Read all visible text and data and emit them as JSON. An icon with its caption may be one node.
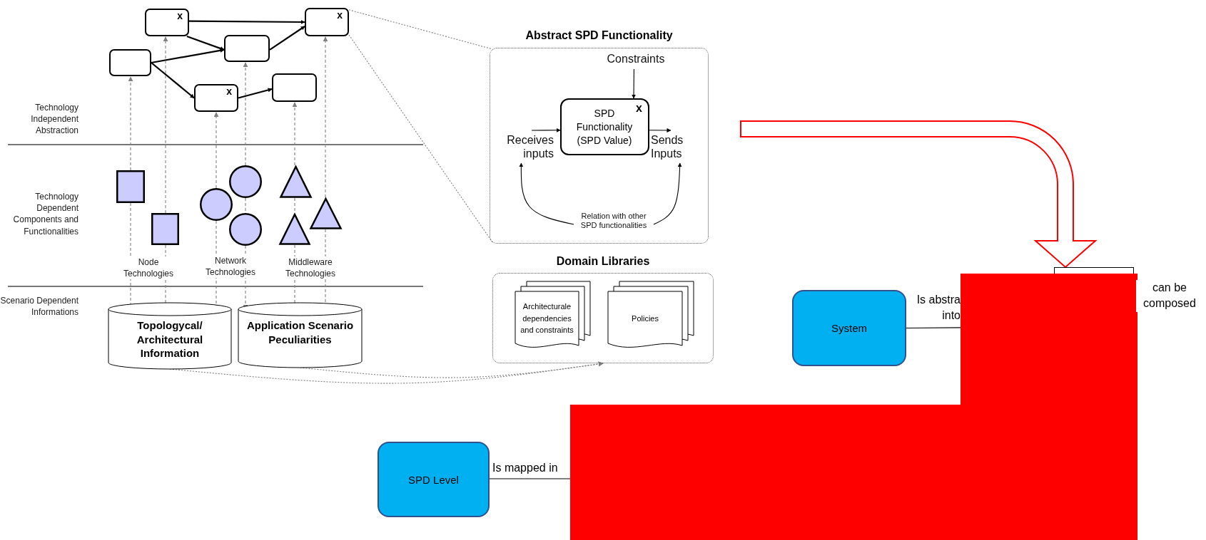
{
  "diagram": {
    "nodes": [
      {
        "text": [
          "x"
        ]
      },
      {
        "text": [
          "x"
        ]
      },
      {
        "text": [],
        "shape": "box"
      },
      {
        "text": [],
        "shape": "box"
      },
      {
        "text": [],
        "shape": "box"
      },
      {
        "text": [
          "x"
        ]
      },
      {
        "text": [
          "Abstract SPD Functionality"
        ]
      },
      {
        "text": [
          "Constraints"
        ],
        "in": 6
      },
      {
        "text": [
          "SPD Functionality (SPD Value)",
          "x"
        ],
        "in": 6
      },
      {
        "text": [
          "Receives inputs"
        ],
        "in": 6
      },
      {
        "text": [
          "Sends Inputs"
        ],
        "in": 6
      },
      {
        "text": [
          "Relation with other SPD functionalities"
        ],
        "in": 6
      },
      {
        "text": [],
        "shape": "box"
      },
      {
        "text": [],
        "shape": "box"
      },
      {
        "text": [],
        "shape": "circle"
      },
      {
        "text": [],
        "shape": "circle"
      },
      {
        "text": [],
        "shape": "circle"
      },
      {
        "text": [],
        "shape": "triangle"
      },
      {
        "text": [],
        "shape": "triangle"
      },
      {
        "text": [],
        "shape": "triangle"
      },
      {
        "text": [
          "Domain Libraries"
        ]
      },
      {
        "text": [
          "Architecturale dependencies and constraints"
        ],
        "in": 20
      },
      {
        "text": [
          "Policies"
        ],
        "in": 20
      },
      {
        "text": [
          "Topologycal/ Architectural Information"
        ]
      },
      {
        "text": [
          "Application Scenario Peculiarities"
        ]
      },
      {
        "text": [],
        "shape": "box"
      },
      {
        "text": [
          "System"
        ]
      },
      {
        "text": [],
        "shape": "box"
      },
      {
        "text": [
          "SPD Level"
        ]
      }
    ],
    "edges": [
      {
        "from": 0,
        "to": 1,
        "arrow": "to",
        "color": "#000000"
      },
      {
        "from": 0,
        "to": 2,
        "arrow": "to",
        "color": "#000000"
      },
      {
        "from": 3,
        "to": 2,
        "arrow": "to",
        "color": "#000000"
      },
      {
        "from": 3,
        "to": 5,
        "arrow": "to",
        "color": "#000000"
      },
      {
        "from": 2,
        "to": 1,
        "arrow": "to",
        "color": "#000000"
      },
      {
        "from": 5,
        "to": 4,
        "arrow": "to",
        "color": "#000000"
      },
      {
        "from": 12,
        "to": 3,
        "arrow": "to",
        "style": "dashed"
      },
      {
        "from": 12,
        "to": 23,
        "arrow": "to",
        "style": "dashed"
      },
      {
        "from": 13,
        "to": 0,
        "arrow": "to",
        "style": "dashed"
      },
      {
        "from": 13,
        "to": 23,
        "arrow": "to",
        "style": "dashed"
      },
      {
        "from": 14,
        "to": 5,
        "arrow": "to",
        "style": "dashed"
      },
      {
        "from": 14,
        "to": 23,
        "arrow": "to",
        "style": "dashed"
      },
      {
        "from": 15,
        "to": 2,
        "arrow": "to",
        "style": "dashed"
      },
      {
        "from": 15,
        "to": 16,
        "arrow": "none",
        "style": "dashed"
      },
      {
        "from": 16,
        "to": 24,
        "arrow": "to",
        "style": "dashed"
      },
      {
        "from": 17,
        "to": 4,
        "arrow": "to",
        "style": "dashed"
      },
      {
        "from": 17,
        "to": 18,
        "arrow": "none",
        "style": "dashed"
      },
      {
        "from": 18,
        "to": 24,
        "arrow": "to",
        "style": "dashed"
      },
      {
        "from": 19,
        "to": 1,
        "arrow": "to",
        "style": "dashed"
      },
      {
        "from": 19,
        "to": 24,
        "arrow": "to",
        "style": "dashed"
      },
      {
        "from": 1,
        "to": 6,
        "arrow": "none",
        "style": "dashed"
      },
      {
        "from": 1,
        "to": 6,
        "arrow": "none",
        "style": "dashed"
      },
      {
        "from": 7,
        "to": 8,
        "arrow": "to",
        "color": "#000000"
      },
      {
        "from": 9,
        "to": 8,
        "arrow": "to",
        "color": "#000000"
      },
      {
        "from": 8,
        "to": 10,
        "arrow": "to",
        "color": "#000000"
      },
      {
        "from": 11,
        "to": 9,
        "arrow": "to",
        "color": "#000000"
      },
      {
        "from": 11,
        "to": 10,
        "arrow": "to",
        "color": "#000000"
      },
      {
        "from": 23,
        "to": 20,
        "arrow": "to",
        "style": "dashed"
      },
      {
        "from": 24,
        "to": 20,
        "arrow": "to",
        "style": "dashed"
      },
      {
        "from": null,
        "to": 25,
        "arrow": "to",
        "style": "thick",
        "color": "#ff0000"
      },
      {
        "from": 26,
        "to": 27,
        "arrow": "none",
        "label": "Is abstra into",
        "color": "#000000"
      },
      {
        "from": 28,
        "to": 27,
        "arrow": "none",
        "label": "Is mapped in",
        "color": "#000000"
      }
    ],
    "labels": [
      "Technology Independent Abstraction",
      "Technology Dependent Components and Functionalities",
      "Node Technologies",
      "Network Technologies",
      "Middleware Technologies",
      "Scenario Dependent Informations",
      "can be composed"
    ]
  }
}
